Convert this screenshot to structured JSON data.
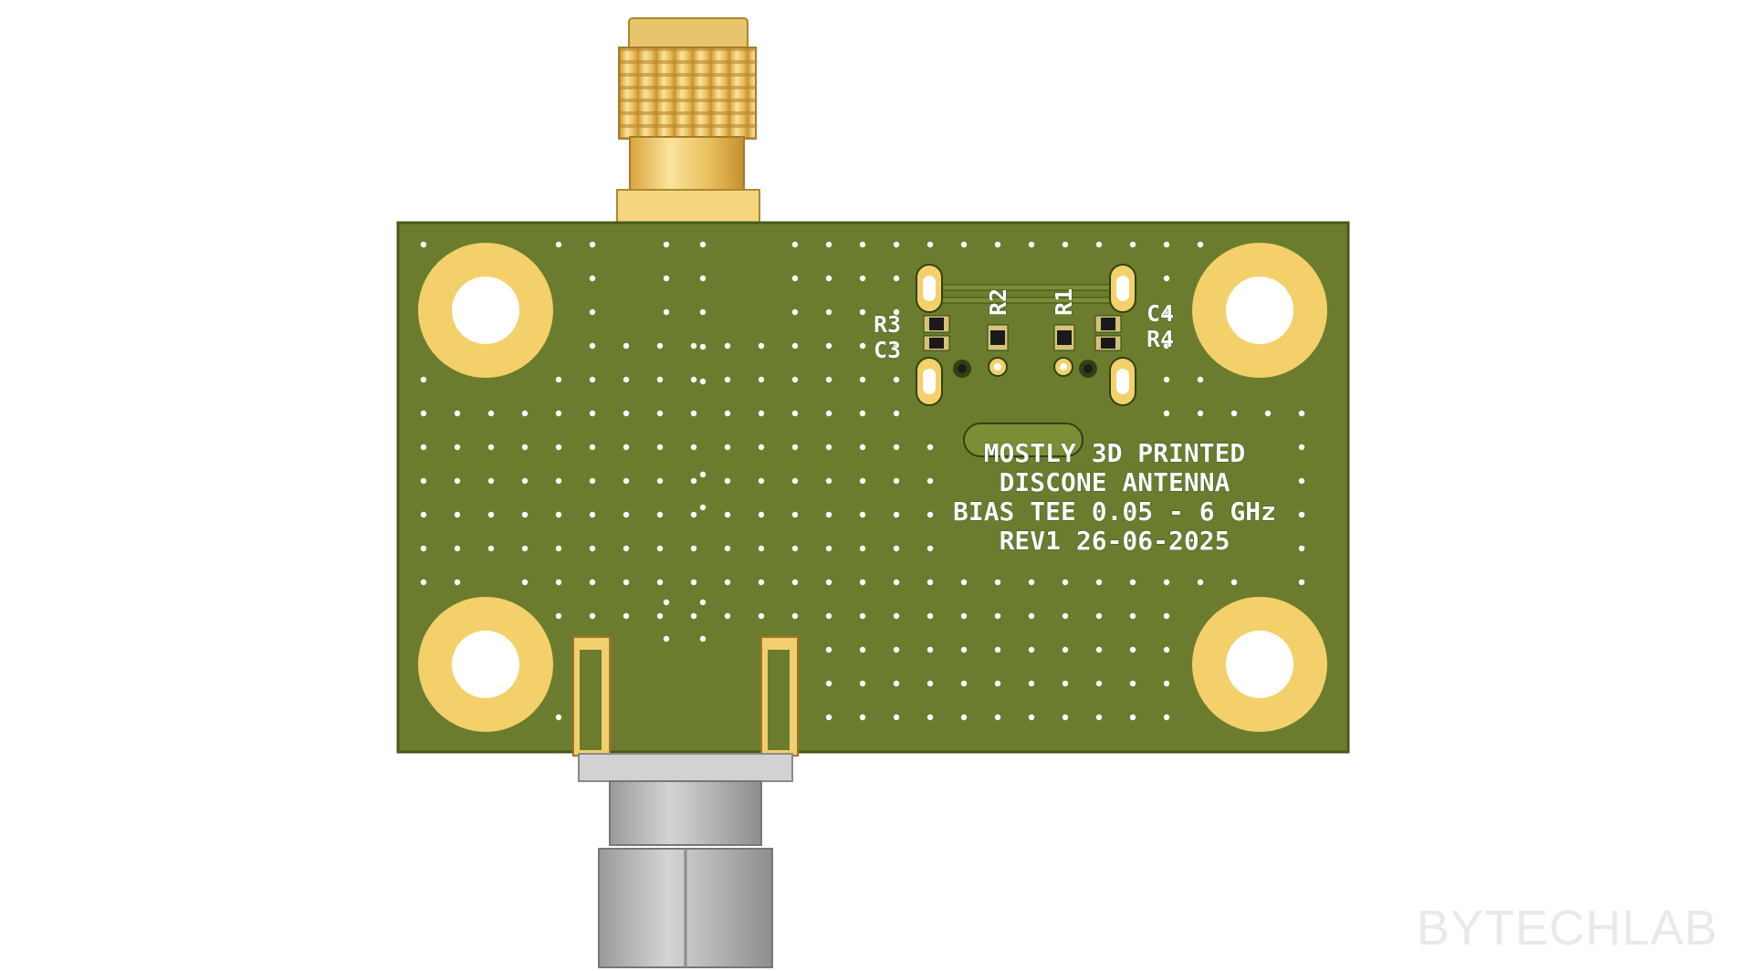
{
  "board": {
    "silkscreen": {
      "designators": [
        "R3",
        "C3",
        "R2",
        "R1",
        "C4",
        "R4"
      ],
      "title_lines": [
        "MOSTLY 3D PRINTED",
        "DISCONE ANTENNA",
        "BIAS TEE 0.05 - 6 GHz",
        "REV1 26-06-2025"
      ]
    },
    "colors": {
      "solder_mask": "#6b7c2e",
      "pad_gold": "#f3d06a",
      "connector_gold": "#f2cf6e",
      "connector_steel": "#c3c3c3"
    }
  },
  "watermark": "BYTECHLAB"
}
